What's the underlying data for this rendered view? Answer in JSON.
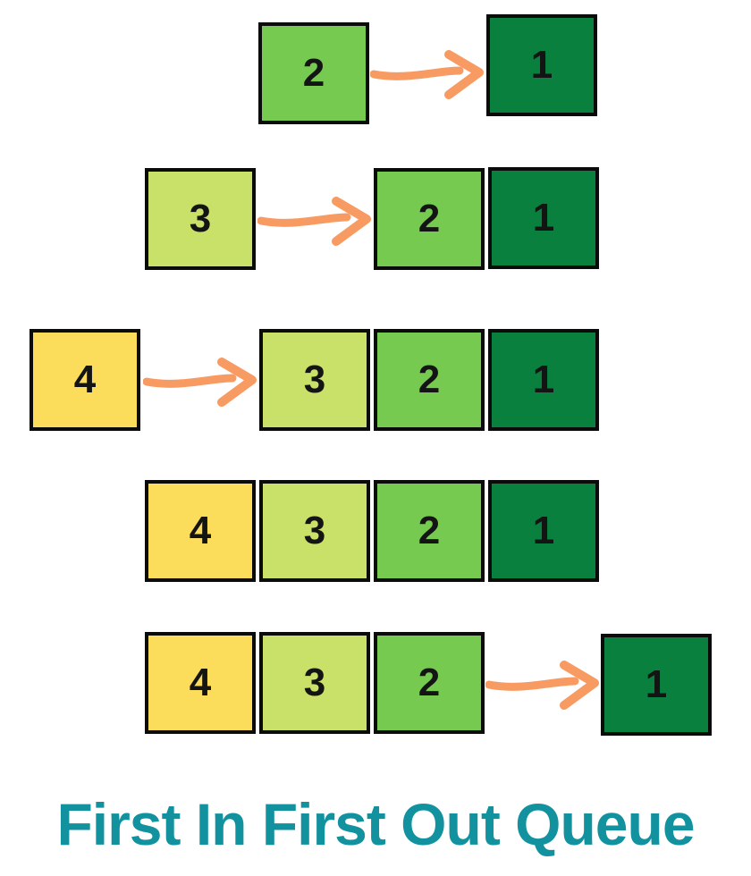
{
  "title": {
    "text": "First In First Out Queue",
    "color": "#12929e"
  },
  "colors": {
    "value1_dark_green": "#0a803e",
    "value2_light_green": "#76ca50",
    "value3_yellow_green": "#c9e169",
    "value4_yellow": "#fcdc5b",
    "arrow_orange": "#f79b62",
    "box_border": "#0b0b0b",
    "number_text": "#141414"
  },
  "icons": {
    "arrow": "hand-drawn-right-arrow"
  },
  "steps": [
    {
      "incoming": "2",
      "queue": [
        "1"
      ]
    },
    {
      "incoming": "3",
      "queue": [
        "2",
        "1"
      ]
    },
    {
      "incoming": "4",
      "queue": [
        "3",
        "2",
        "1"
      ]
    },
    {
      "queue": [
        "4",
        "3",
        "2",
        "1"
      ]
    },
    {
      "queue": [
        "4",
        "3",
        "2"
      ],
      "outgoing": "1"
    }
  ]
}
